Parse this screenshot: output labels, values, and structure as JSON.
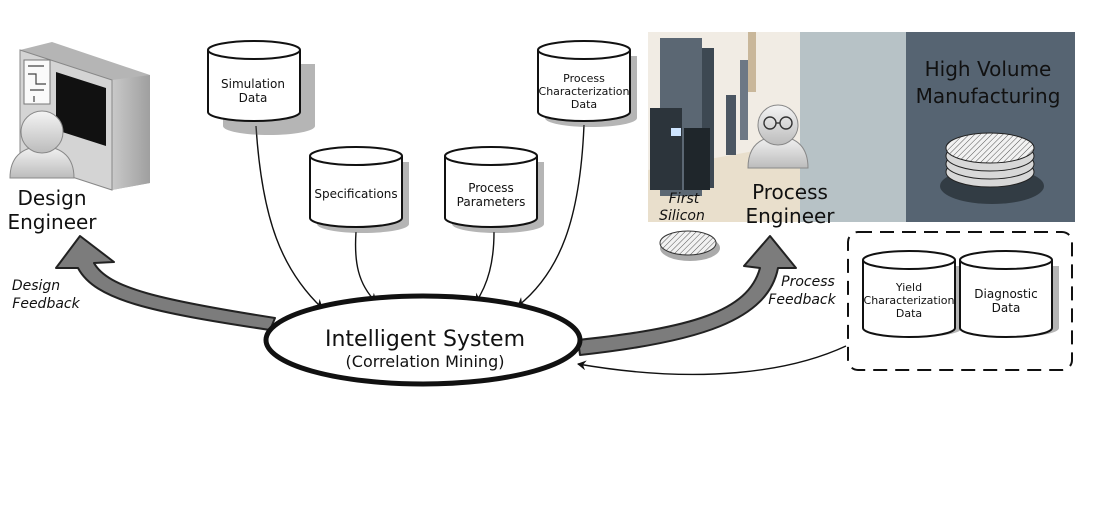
{
  "actors": {
    "design_engineer": [
      "Design",
      "Engineer"
    ],
    "process_engineer": [
      "Process",
      "Engineer"
    ]
  },
  "feedback": {
    "design": [
      "Design",
      "Feedback"
    ],
    "process": [
      "Process",
      "Feedback"
    ]
  },
  "central": {
    "title": "Intelligent System",
    "subtitle": "(Correlation Mining)"
  },
  "data_stores": {
    "simulation": [
      "Simulation",
      "Data"
    ],
    "specifications": [
      "Specifications"
    ],
    "process_parameters": [
      "Process",
      "Parameters"
    ],
    "process_characterization": [
      "Process",
      "Characterization",
      "Data"
    ],
    "yield_characterization": [
      "Yield",
      "Characterization",
      "Data"
    ],
    "diagnostic": [
      "Diagnostic",
      "Data"
    ]
  },
  "fab": {
    "hvm": [
      "High Volume",
      "Manufacturing"
    ],
    "first_silicon": [
      "First",
      "Silicon"
    ]
  },
  "colors": {
    "arrow_fill": "#7c7c7c",
    "fab_dark": "#566472",
    "fab_light": "#b7c2c6",
    "fab_floor": "#e9dfcc"
  }
}
